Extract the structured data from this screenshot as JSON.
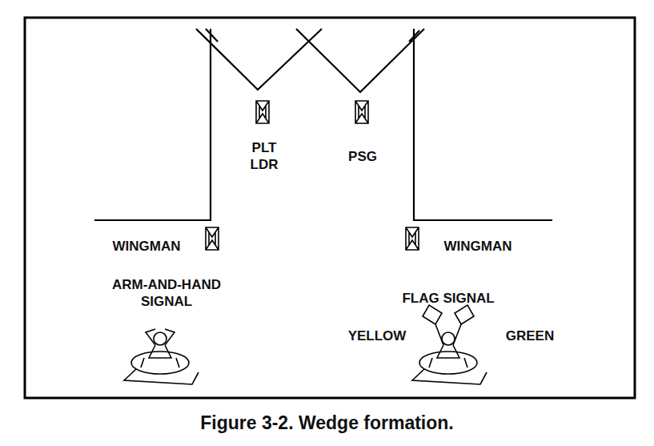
{
  "diagram": {
    "caption": "Figure 3-2. Wedge formation.",
    "labels": [
      "PLT LDR",
      "PSG",
      "WINGMAN",
      "WINGMAN",
      "ARM-AND-HAND SIGNAL",
      "FLAG SIGNAL",
      "YELLOW",
      "GREEN"
    ]
  }
}
